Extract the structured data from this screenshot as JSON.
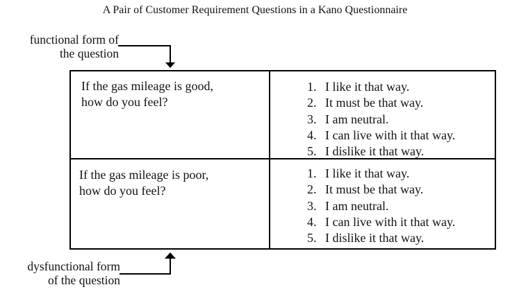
{
  "title": "A Pair of Customer Requirement Questions in a Kano Questionnaire",
  "functional_label": [
    "functional form of",
    "the question"
  ],
  "dysfunctional_label": [
    "dysfunctional form",
    "of the question"
  ],
  "rows": [
    {
      "question": [
        "If the gas mileage is good,",
        "how do you feel?"
      ],
      "options": [
        {
          "num": "1.",
          "text": "I like it that way."
        },
        {
          "num": "2.",
          "text": "It must be that way."
        },
        {
          "num": "3.",
          "text": "I am neutral."
        },
        {
          "num": "4.",
          "text": "I can live with it that way."
        },
        {
          "num": "5.",
          "text": "I dislike it that way."
        }
      ]
    },
    {
      "question": [
        "If the gas mileage is poor,",
        "how do you feel?"
      ],
      "options": [
        {
          "num": "1.",
          "text": "I like it that way."
        },
        {
          "num": "2.",
          "text": "It must be that way."
        },
        {
          "num": "3.",
          "text": "I am neutral."
        },
        {
          "num": "4.",
          "text": "I can live with it that way."
        },
        {
          "num": "5.",
          "text": "I dislike it that way."
        }
      ]
    }
  ]
}
